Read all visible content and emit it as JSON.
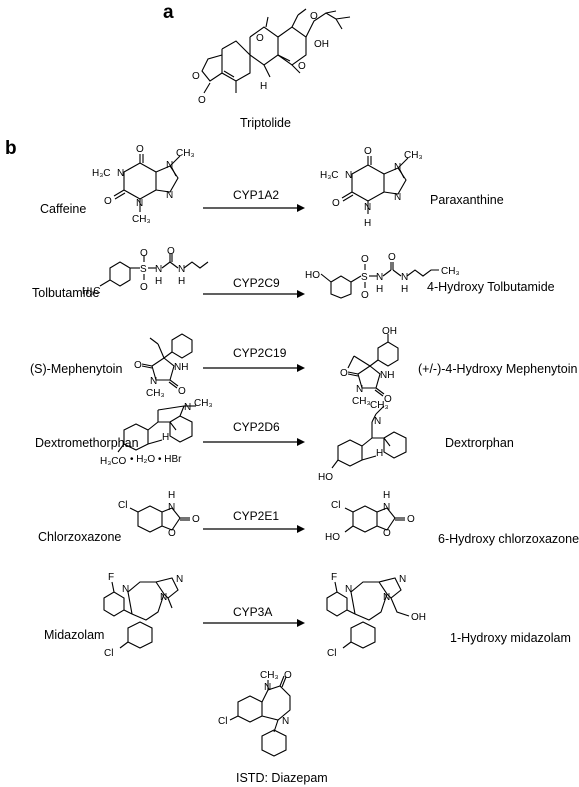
{
  "panels": {
    "a": "a",
    "b": "b"
  },
  "triptolide": {
    "name": "Triptolide",
    "atoms": {
      "o1": "O",
      "o2": "O",
      "o3": "O",
      "oh": "OH",
      "o4": "O",
      "o5": "O",
      "o6": "O",
      "h": "H"
    }
  },
  "reactions": [
    {
      "substrate": "Caffeine",
      "enzyme": "CYP1A2",
      "product": "Paraxanthine"
    },
    {
      "substrate": "Tolbutamide",
      "enzyme": "CYP2C9",
      "product": "4-Hydroxy Tolbutamide"
    },
    {
      "substrate": "(S)-Mephenytoin",
      "enzyme": "CYP2C19",
      "product": "(+/-)-4-Hydroxy Mephenytoin"
    },
    {
      "substrate": "Dextromethorphan",
      "enzyme": "CYP2D6",
      "product": "Dextrorphan"
    },
    {
      "substrate": "Chlorzoxazone",
      "enzyme": "CYP2E1",
      "product": "6-Hydroxy chlorzoxazone"
    },
    {
      "substrate": "Midazolam",
      "enzyme": "CYP3A",
      "product": "1-Hydroxy midazolam"
    }
  ],
  "standard": {
    "label": "ISTD: Diazepam"
  },
  "atoms": {
    "caffeine": {
      "me1": "H₃C",
      "n1": "N",
      "o1": "O",
      "o2": "O",
      "n3": "N",
      "me3": "CH₃",
      "n7": "N",
      "me7": "CH₃",
      "n9": "N"
    },
    "paraxanthine": {
      "me1": "H₃C",
      "n1": "N",
      "o1": "O",
      "o2": "O",
      "n3": "N",
      "h3": "H",
      "n7": "N",
      "me7": "CH₃",
      "n9": "N"
    },
    "tolbutamide": {
      "me": "H₃C",
      "s": "S",
      "o1": "O",
      "o2": "O",
      "n1": "N",
      "h1": "H",
      "o3": "O",
      "n2": "N",
      "h2": "H"
    },
    "hydroxytolbutamide": {
      "oh": "HO",
      "s": "S",
      "o1": "O",
      "o2": "O",
      "n1": "N",
      "h1": "H",
      "o3": "O",
      "n2": "N",
      "h2": "H",
      "me": "CH₃"
    },
    "mephenytoin": {
      "o1": "O",
      "n1": "N",
      "me": "CH₃",
      "o2": "O",
      "nh": "NH"
    },
    "hydroxymephenytoin": {
      "oh": "OH",
      "o1": "O",
      "n1": "N",
      "me": "CH₃",
      "o2": "O",
      "nh": "NH"
    },
    "dextromethorphan": {
      "n": "N",
      "me": "CH₃",
      "h": "H",
      "meo": "H₃CO",
      "salt": "• H₂O   • HBr"
    },
    "dextrorphan": {
      "n": "N",
      "me": "CH₃",
      "h": "H",
      "oh": "HO"
    },
    "chlorzoxazone": {
      "cl": "Cl",
      "nh_h": "H",
      "n": "N",
      "o1": "O",
      "o2": "O"
    },
    "hydroxychlorzoxazone": {
      "cl": "Cl",
      "nh_h": "H",
      "n": "N",
      "o1": "O",
      "o2": "O",
      "oh": "HO"
    },
    "midazolam": {
      "f": "F",
      "n1": "N",
      "n2": "N",
      "n3": "N",
      "cl": "Cl"
    },
    "hydroxymidazolam": {
      "f": "F",
      "n1": "N",
      "n2": "N",
      "n3": "N",
      "cl": "Cl",
      "oh": "OH"
    },
    "diazepam": {
      "me": "CH₃",
      "n1": "N",
      "o": "O",
      "n2": "N",
      "cl": "Cl"
    }
  }
}
